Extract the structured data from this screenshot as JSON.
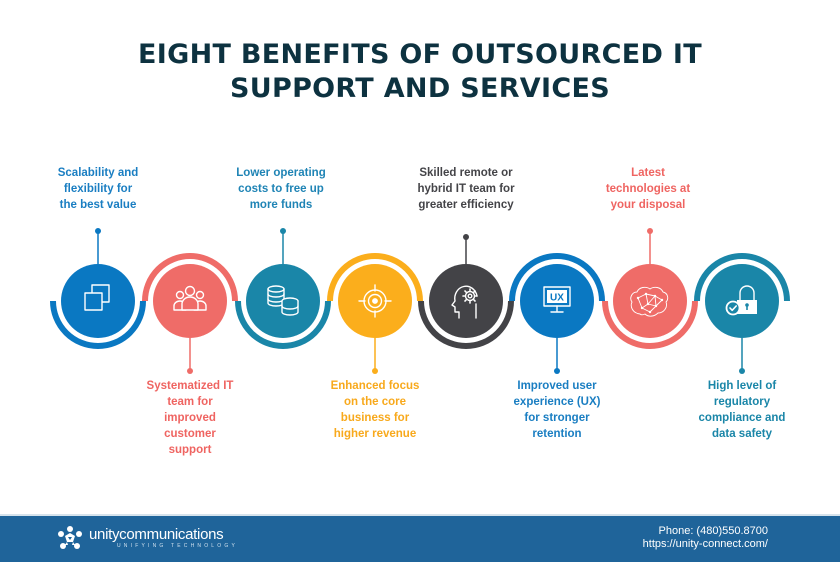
{
  "title": {
    "line1": "EIGHT BENEFITS OF OUTSOURCED IT",
    "line2": "SUPPORT AND SERVICES"
  },
  "benefits": [
    {
      "lines": [
        "Scalability and",
        "flexibility for",
        "the best value"
      ],
      "position": "top",
      "color": "#1a7ec2",
      "circle_color": "#0a78c2",
      "icon": "copy-squares-icon"
    },
    {
      "lines": [
        "Systematized IT",
        "team for",
        "improved",
        "customer",
        "support"
      ],
      "position": "bottom",
      "color": "#ef6461",
      "circle_color": "#ef6c68",
      "icon": "team-people-icon"
    },
    {
      "lines": [
        "Lower operating",
        "costs to free up",
        "more funds"
      ],
      "position": "top",
      "color": "#1f84b5",
      "circle_color": "#1a86a8",
      "icon": "coin-stacks-icon"
    },
    {
      "lines": [
        "Enhanced focus",
        "on the core",
        "business for",
        "higher revenue"
      ],
      "position": "bottom",
      "color": "#f8a91c",
      "circle_color": "#fbae1c",
      "icon": "target-crosshair-icon"
    },
    {
      "lines": [
        "Skilled remote or",
        "hybrid IT team for",
        "greater efficiency"
      ],
      "position": "top",
      "color": "#444448",
      "circle_color": "#434347",
      "icon": "head-gear-icon"
    },
    {
      "lines": [
        "Improved user",
        "experience (UX)",
        "for stronger",
        "retention"
      ],
      "position": "bottom",
      "color": "#1a7ec2",
      "circle_color": "#0a78c2",
      "icon": "ux-monitor-icon"
    },
    {
      "lines": [
        "Latest",
        "technologies at",
        "your disposal"
      ],
      "position": "top",
      "color": "#ef6461",
      "circle_color": "#ef6c68",
      "icon": "brain-network-icon"
    },
    {
      "lines": [
        "High level of",
        "regulatory",
        "compliance and",
        "data safety"
      ],
      "position": "bottom",
      "color": "#1a86a8",
      "circle_color": "#1a86a8",
      "icon": "padlock-check-icon"
    }
  ],
  "ux_icon_text": "UX",
  "footer": {
    "brand_name": "unitycommunications",
    "brand_tagline": "UNIFYING TECHNOLOGY",
    "phone": "Phone: (480)550.8700",
    "website": "https://unity-connect.com/"
  }
}
